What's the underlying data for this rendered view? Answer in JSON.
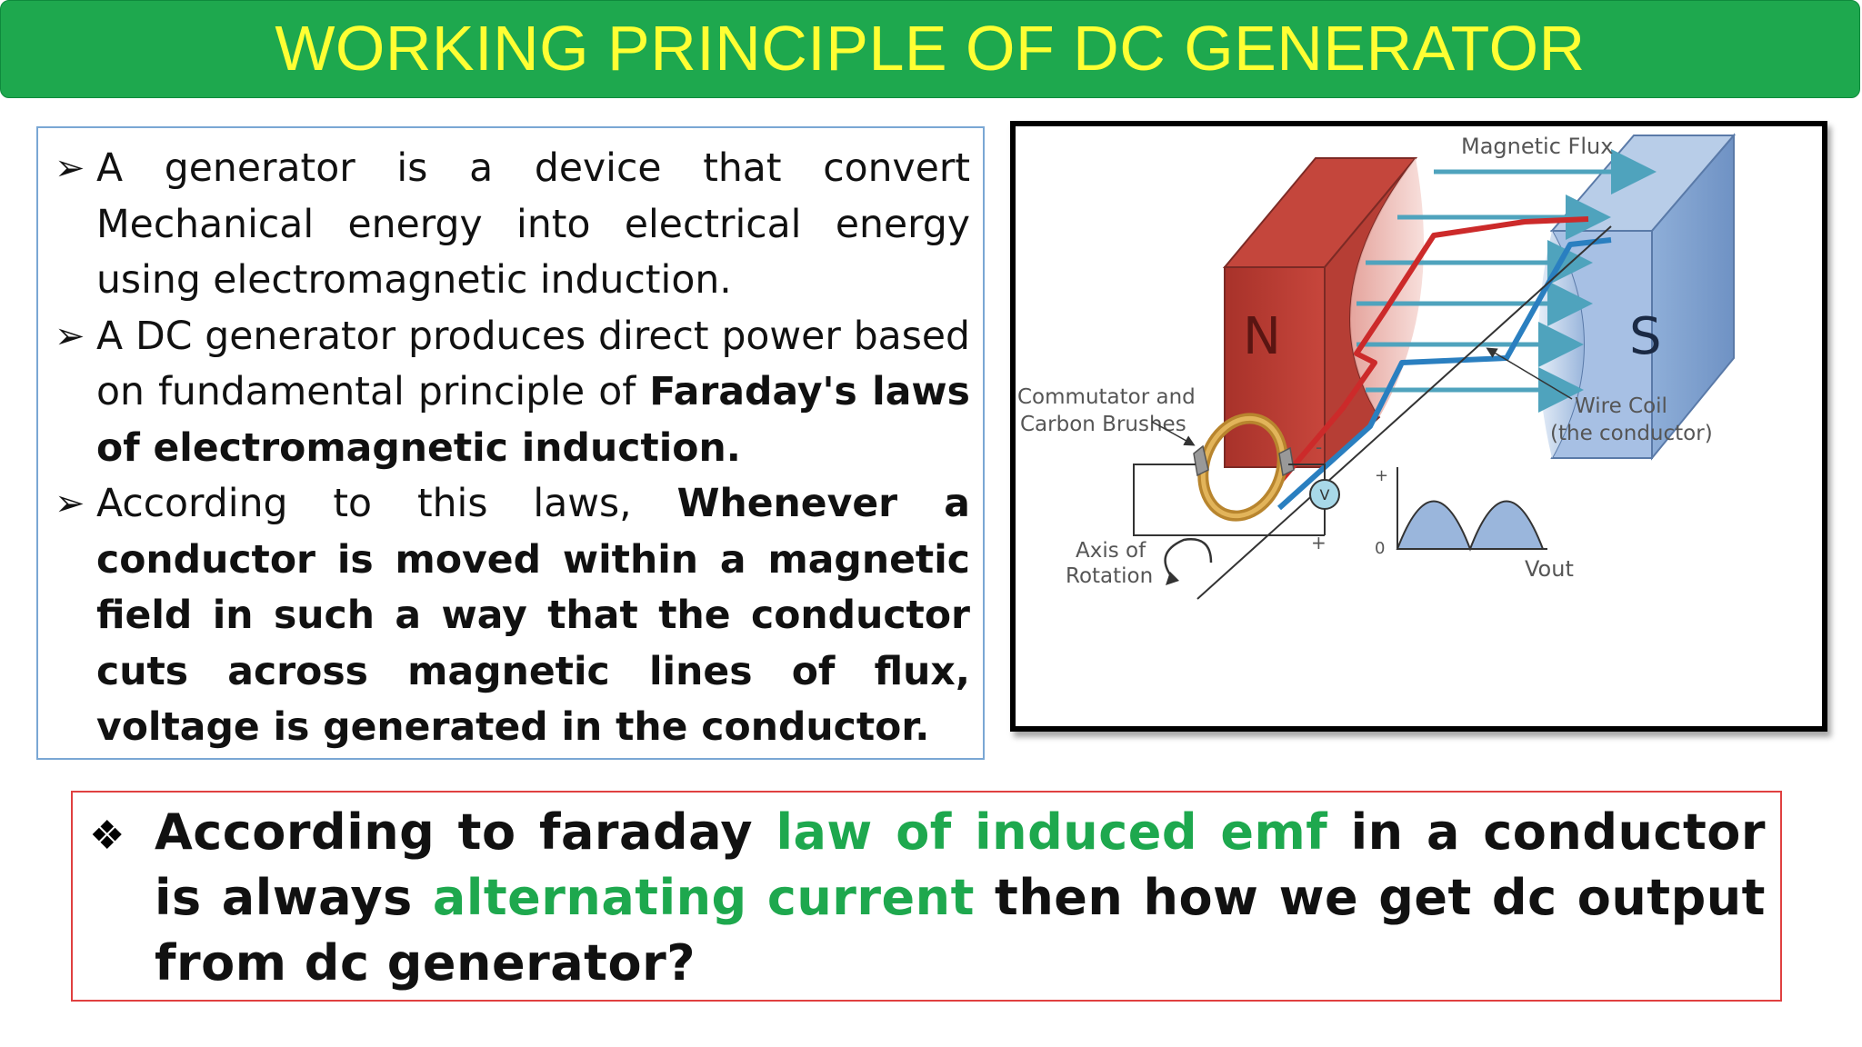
{
  "title": "WORKING PRINCIPLE OF DC GENERATOR",
  "bullets": [
    {
      "marker": "➢",
      "text": "A generator is a device that convert Mechanical energy into electrical energy using electromagnetic induction."
    },
    {
      "marker": "➢",
      "text_normal": "A DC generator produces direct power based on fundamental principle of ",
      "text_bold": "Faraday's laws of electromagnetic induction."
    },
    {
      "marker": "➢",
      "text_normal": "According to this laws, ",
      "text_bold": "Whenever a conductor is moved within a magnetic field in such a way that the conductor cuts across magnetic lines of flux, voltage is generated in the conductor."
    }
  ],
  "diagram": {
    "label_magnetic_flux": "Magnetic Flux",
    "label_north": "N",
    "label_south": "S",
    "label_commutator_1": "Commutator and",
    "label_commutator_2": "Carbon Brushes",
    "label_wire_coil_1": "Wire Coil",
    "label_wire_coil_2": "(the conductor)",
    "label_axis_1": "Axis of",
    "label_axis_2": "Rotation",
    "label_voltmeter": "V",
    "label_plus_top": "+",
    "label_minus": "-",
    "label_plus_bottom": "+",
    "label_zero": "0",
    "label_vout": "Vout"
  },
  "question": {
    "marker": "❖",
    "part1": "According to faraday ",
    "part2_green": "law of induced emf",
    "part3": " in a conductor is always ",
    "part4_green": "alternating current",
    "part5": " then how we get dc output from dc generator?"
  },
  "colors": {
    "title_bg": "#1ea84e",
    "title_text": "#ffff33",
    "highlight_green": "#1ea84e",
    "question_border": "#e04040",
    "text_panel_border": "#7aa7d4"
  }
}
